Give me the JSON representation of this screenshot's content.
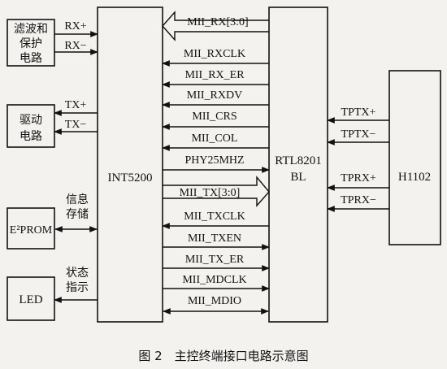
{
  "left_blocks": {
    "filter": [
      "滤波和",
      "保护",
      "电路"
    ],
    "driver": [
      "驱动",
      "电路"
    ],
    "eeprom": "E²PROM",
    "led": "LED"
  },
  "left_signals": {
    "rx_plus": "RX+",
    "rx_minus": "RX−",
    "tx_plus": "TX+",
    "tx_minus": "TX−",
    "storage": [
      "信息",
      "存储"
    ],
    "status": [
      "状态",
      "指示"
    ]
  },
  "chips": {
    "int5200": "INT5200",
    "rtl_line1": "RTL8201",
    "rtl_line2": "BL",
    "h1102": "H1102"
  },
  "mii_signals": [
    "MII_RX[3:0]",
    "MII_RXCLK",
    "MII_RX_ER",
    "MII_RXDV",
    "MII_CRS",
    "MII_COL",
    "PHY25MHZ",
    "MII_TX[3:0]",
    "MII_TXCLK",
    "MII_TXEN",
    "MII_TX_ER",
    "MII_MDCLK",
    "MII_MDIO"
  ],
  "right_signals": {
    "tptx_plus": "TPTX+",
    "tptx_minus": "TPTX−",
    "tprx_plus": "TPRX+",
    "tprx_minus": "TPRX−"
  },
  "caption": "图 2　主控终端接口电路示意图"
}
